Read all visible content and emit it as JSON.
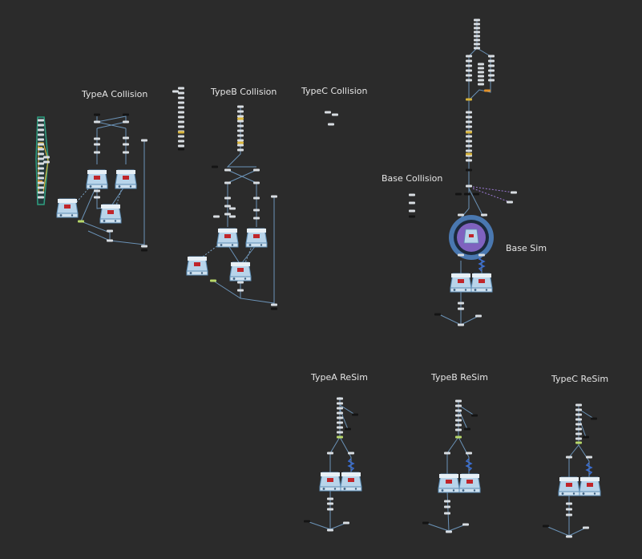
{
  "labels": {
    "typea_collision": "TypeA Collision",
    "typeb_collision": "TypeB Collision",
    "typec_collision": "TypeC Collision",
    "base_collision": "Base Collision",
    "base_sim": "Base Sim",
    "typea_resim": "TypeA ReSim",
    "typeb_resim": "TypeB ReSim",
    "typec_resim": "TypeC ReSim"
  },
  "colors": {
    "background": "#2b2b2b",
    "wire": "#6b93b8",
    "node": "#d8dde2",
    "node_dark": "#141414",
    "node_yellow": "#d8b43a",
    "node_orange": "#e0902a",
    "node_green": "#b8d86a",
    "solver_body": "#b8d4ea",
    "solver_top": "#e8f0f6",
    "solver_edge": "#5d8db4",
    "solver_mark": "#c0252a",
    "sim_circle_outer": "#4a78b0",
    "sim_circle_inner": "#7f62bf",
    "label_text": "#e6e6e6"
  },
  "icons": {
    "solver": "dop-network-solver-icon",
    "spring": "spring-force-icon",
    "dashed_link": "dashed-reference-link"
  }
}
